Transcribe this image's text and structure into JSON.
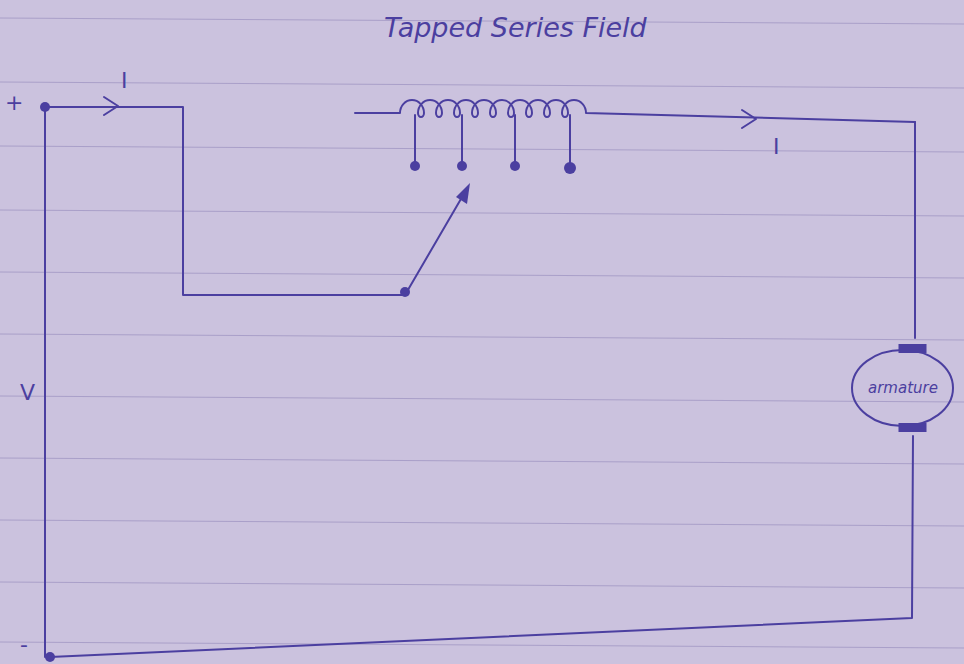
{
  "diagram": {
    "title": "Tapped Series Field",
    "nodes": [
      {
        "text": [
          "armature"
        ]
      }
    ],
    "labels": [
      "+",
      "I",
      "I",
      "V",
      "-"
    ]
  }
}
